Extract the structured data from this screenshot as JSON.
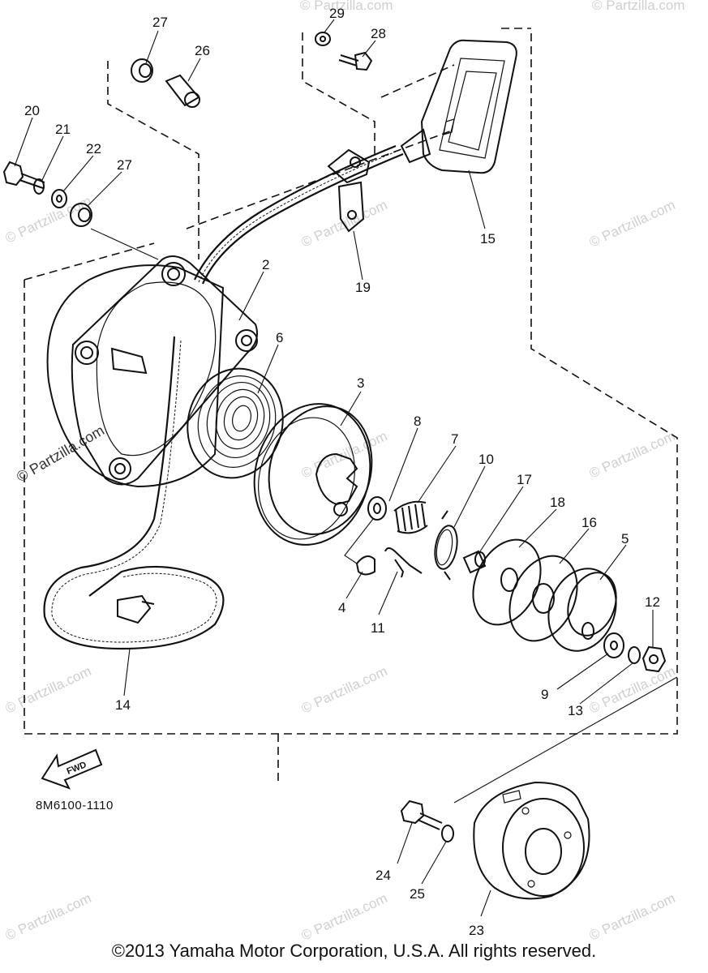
{
  "diagram_code": "8M6100-1110",
  "copyright": "©2013  Yamaha Motor Corporation, U.S.A. All rights reserved.",
  "watermark": "© Partzilla.com",
  "fwd_label": "FWD",
  "callouts": [
    {
      "id": "c27a",
      "text": "27"
    },
    {
      "id": "c26",
      "text": "26"
    },
    {
      "id": "c29",
      "text": "29"
    },
    {
      "id": "c28",
      "text": "28"
    },
    {
      "id": "c20",
      "text": "20"
    },
    {
      "id": "c21",
      "text": "21"
    },
    {
      "id": "c22",
      "text": "22"
    },
    {
      "id": "c27b",
      "text": "27"
    },
    {
      "id": "c15",
      "text": "15"
    },
    {
      "id": "c19",
      "text": "19"
    },
    {
      "id": "c2",
      "text": "2"
    },
    {
      "id": "c6",
      "text": "6"
    },
    {
      "id": "c3",
      "text": "3"
    },
    {
      "id": "c8",
      "text": "8"
    },
    {
      "id": "c7",
      "text": "7"
    },
    {
      "id": "c10",
      "text": "10"
    },
    {
      "id": "c17",
      "text": "17"
    },
    {
      "id": "c18",
      "text": "18"
    },
    {
      "id": "c16",
      "text": "16"
    },
    {
      "id": "c5",
      "text": "5"
    },
    {
      "id": "c12",
      "text": "12"
    },
    {
      "id": "c4",
      "text": "4"
    },
    {
      "id": "c11",
      "text": "11"
    },
    {
      "id": "c9",
      "text": "9"
    },
    {
      "id": "c13",
      "text": "13"
    },
    {
      "id": "c14",
      "text": "14"
    },
    {
      "id": "c24",
      "text": "24"
    },
    {
      "id": "c25",
      "text": "25"
    },
    {
      "id": "c23",
      "text": "23"
    }
  ]
}
